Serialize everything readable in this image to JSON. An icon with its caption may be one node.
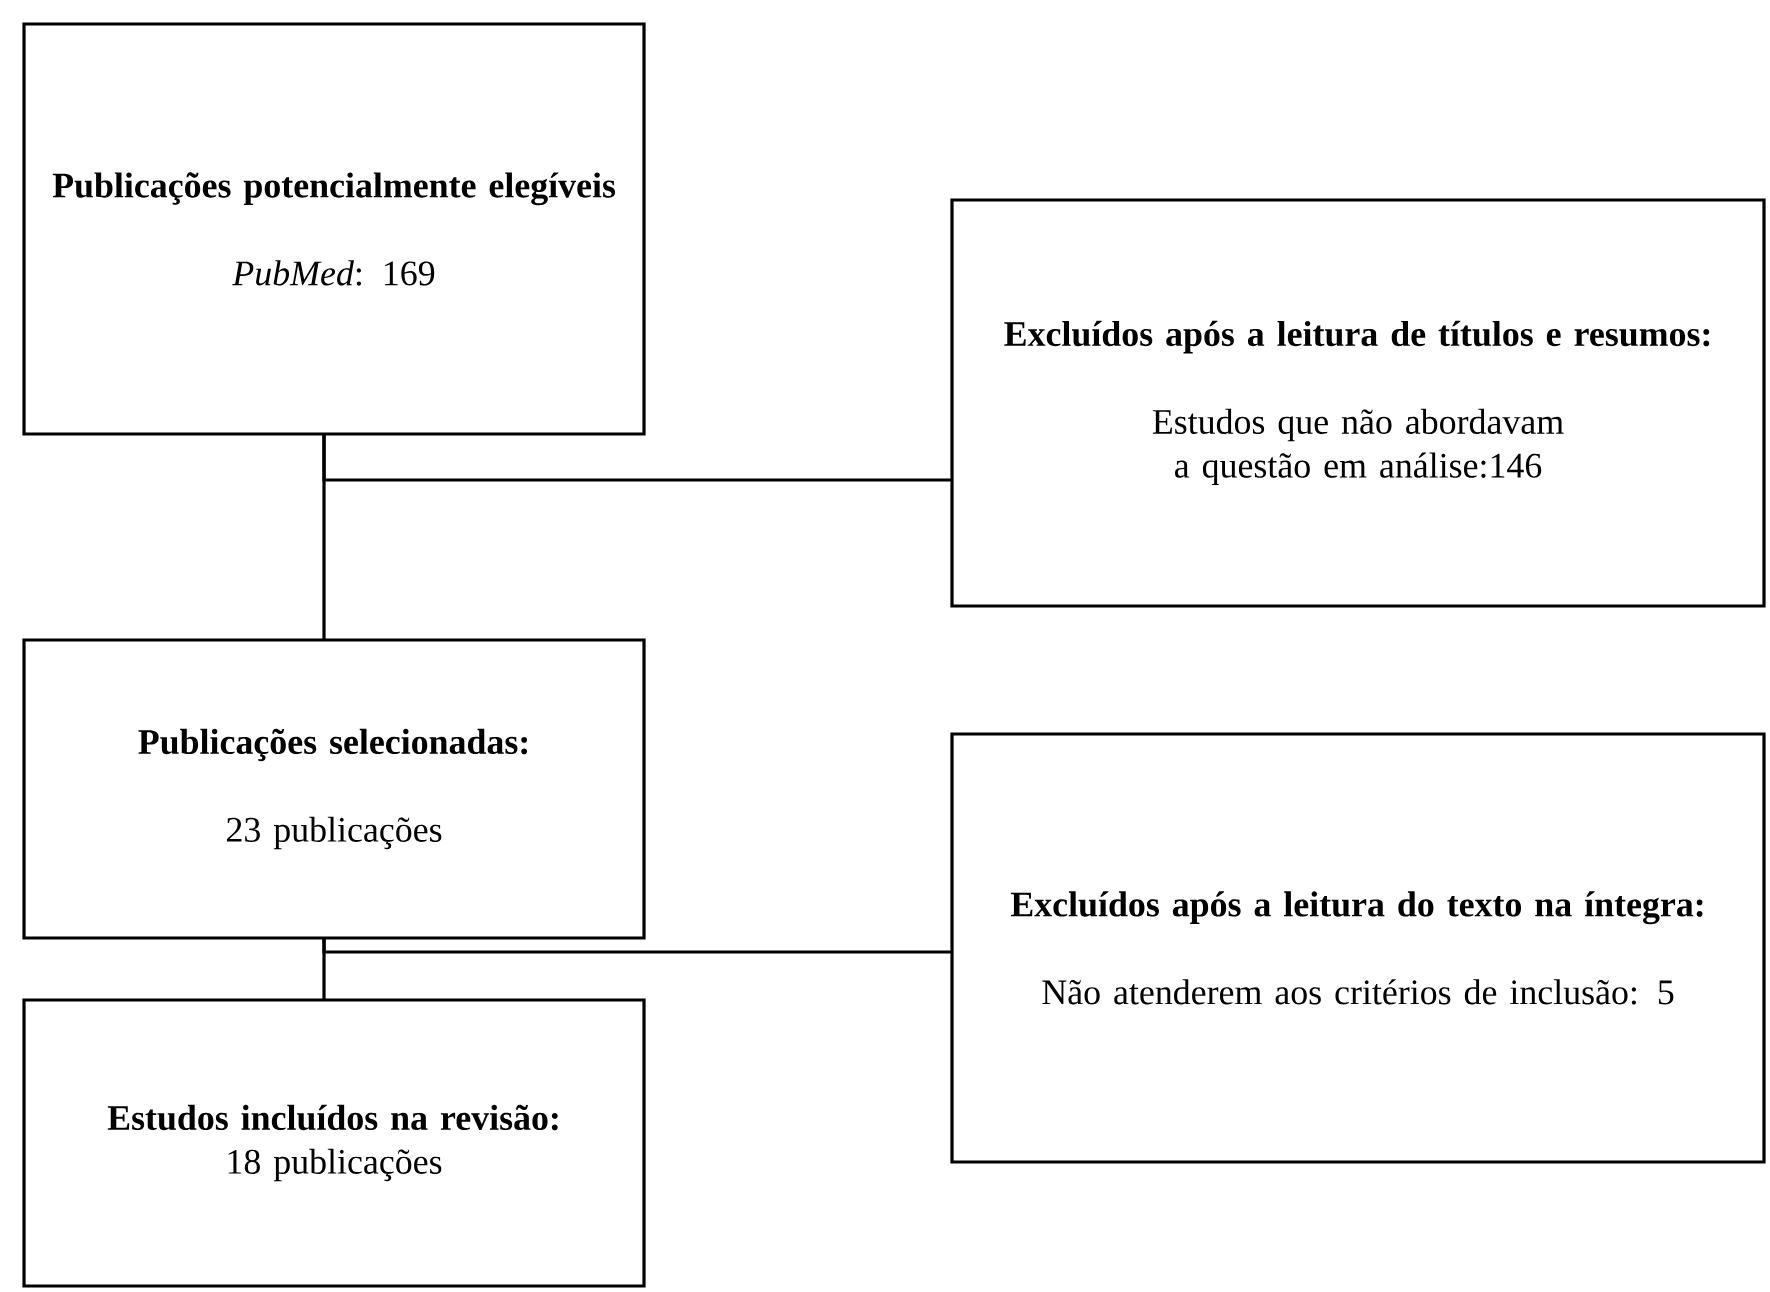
{
  "diagram": {
    "nodes": [
      {
        "text": [
          "Publicações potencialmente elegíveis",
          "*PubMed*: 169"
        ]
      },
      {
        "text": [
          "Excluídos após a leitura de títulos e resumos:",
          "Estudos que não abordavam a questão em análise:146"
        ]
      },
      {
        "text": [
          "Publicações selecionadas:",
          "23 publicações"
        ]
      },
      {
        "text": [
          "Excluídos após a leitura do texto na íntegra:",
          "Não atenderem aos critérios de inclusão: 5"
        ]
      },
      {
        "text": [
          "Estudos incluídos na revisão:",
          "18 publicações"
        ]
      }
    ],
    "edges": [
      {
        "from": 0,
        "to": 2,
        "arrow": "none"
      },
      {
        "from": 0,
        "to": 1,
        "arrow": "none"
      },
      {
        "from": 2,
        "to": 4,
        "arrow": "none"
      },
      {
        "from": 2,
        "to": 3,
        "arrow": "none"
      }
    ]
  }
}
